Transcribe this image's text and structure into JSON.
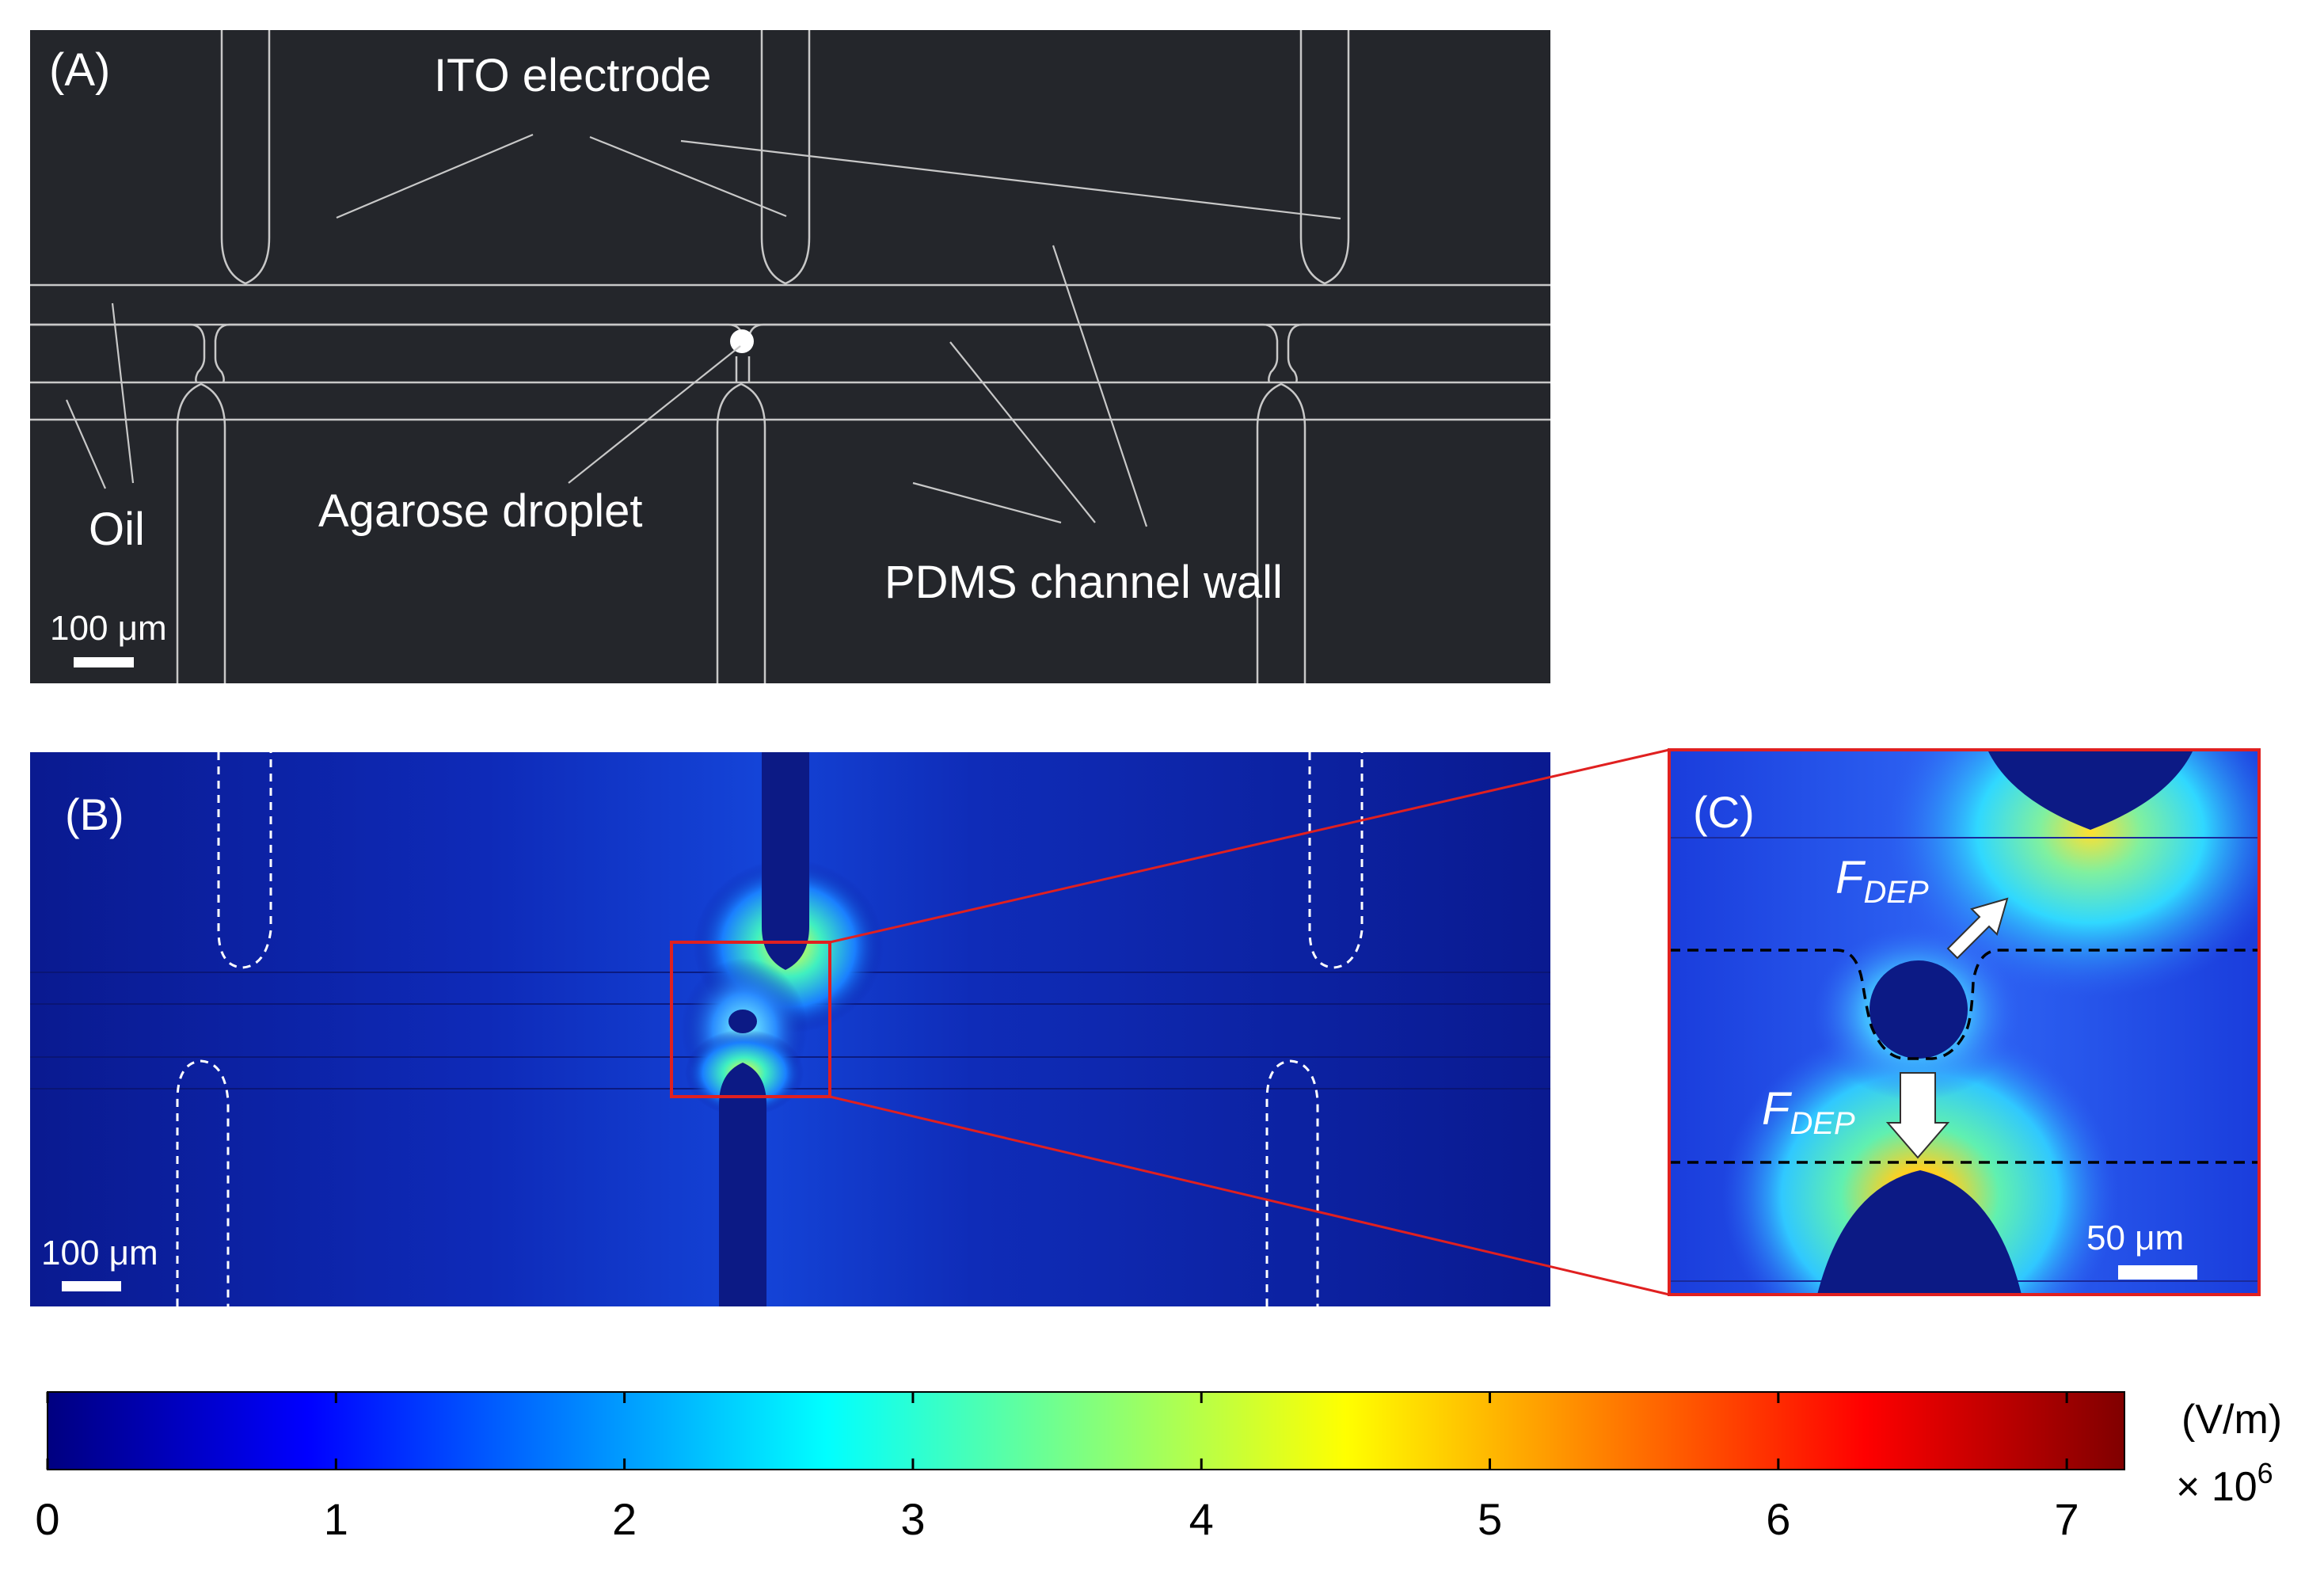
{
  "panel_a": {
    "label": "(A)",
    "annotations": {
      "ito_electrode": "ITO electrode",
      "oil": "Oil",
      "agarose_droplet": "Agarose droplet",
      "pdms_channel_wall": "PDMS channel wall"
    },
    "scale_bar": "100 μm"
  },
  "panel_b": {
    "label": "(B)",
    "scale_bar": "100 μm"
  },
  "panel_c": {
    "label": "(C)",
    "force_main": "F",
    "force_sub": "DEP",
    "scale_bar": "50 μm"
  },
  "colorbar": {
    "unit": "(V/m)",
    "multiplier_base": "× 10",
    "multiplier_exp": "6",
    "ticks": [
      "0",
      "1",
      "2",
      "3",
      "4",
      "5",
      "6",
      "7"
    ],
    "max_value": 7.2,
    "colormap": [
      "#000080",
      "#0000ff",
      "#00ffff",
      "#ffff00",
      "#ff0000",
      "#800000"
    ]
  },
  "colors": {
    "panel_a_background": "#24262b",
    "panel_a_lines": "#c8c8c8",
    "field_background": "#0a1a9e",
    "zoom_frame": "#e02020"
  }
}
